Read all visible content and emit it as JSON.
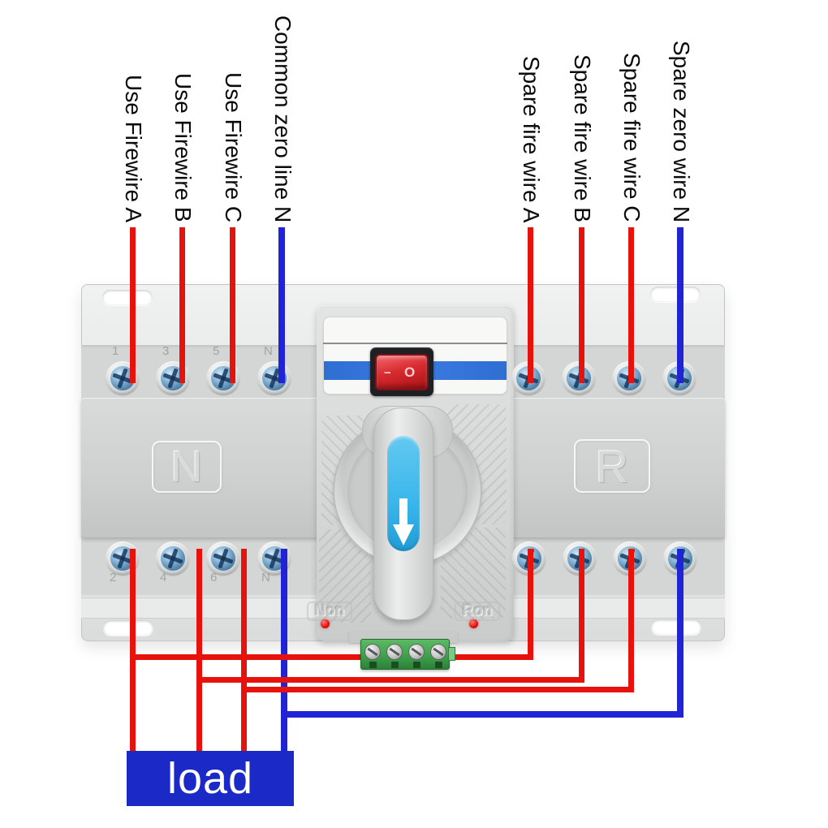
{
  "left_labels": [
    "Use Firewire A",
    "Use Firewire B",
    "Use Firewire C",
    "Common zero line N"
  ],
  "right_labels": [
    "Spare fire wire A",
    "Spare fire wire B",
    "Spare fire wire C",
    "Spare zero wire N"
  ],
  "device": {
    "left_block_letter": "N",
    "right_block_letter": "R",
    "left_indicator": "Non",
    "right_indicator": "Ron",
    "rocker_off_symbol": "−",
    "rocker_on_symbol": "O",
    "top_terminal_numbers": [
      "1",
      "3",
      "5",
      "N"
    ],
    "bottom_terminal_numbers": [
      "2",
      "4",
      "6",
      "N"
    ]
  },
  "load_label": "load",
  "colors": {
    "wire_red": "#e8120c",
    "wire_blue": "#2023d6",
    "load_bg": "#1b2ac6",
    "load_text": "#ffffff",
    "label_stripe_blue": "#2e6fd4",
    "knob_blue": "#38b6ec",
    "terminal_green": "#3ea24b",
    "rocker_red": "#d92b30",
    "led_red": "#e01010"
  }
}
